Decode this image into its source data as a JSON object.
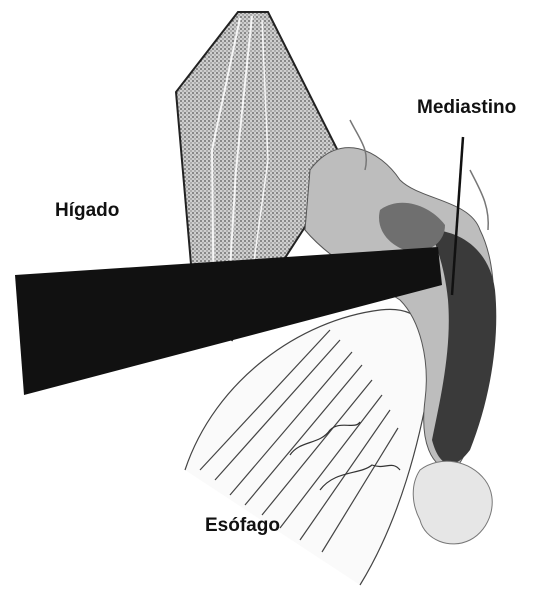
{
  "labels": {
    "mediastino": "Mediastino",
    "higado": "Hígado",
    "esofago": "Esófago"
  },
  "colors": {
    "ink": "#111111",
    "shade_dark": "#3a3a3a",
    "shade_mid": "#7a7a7a",
    "shade_light": "#bdbdbd",
    "paper": "#ffffff"
  }
}
